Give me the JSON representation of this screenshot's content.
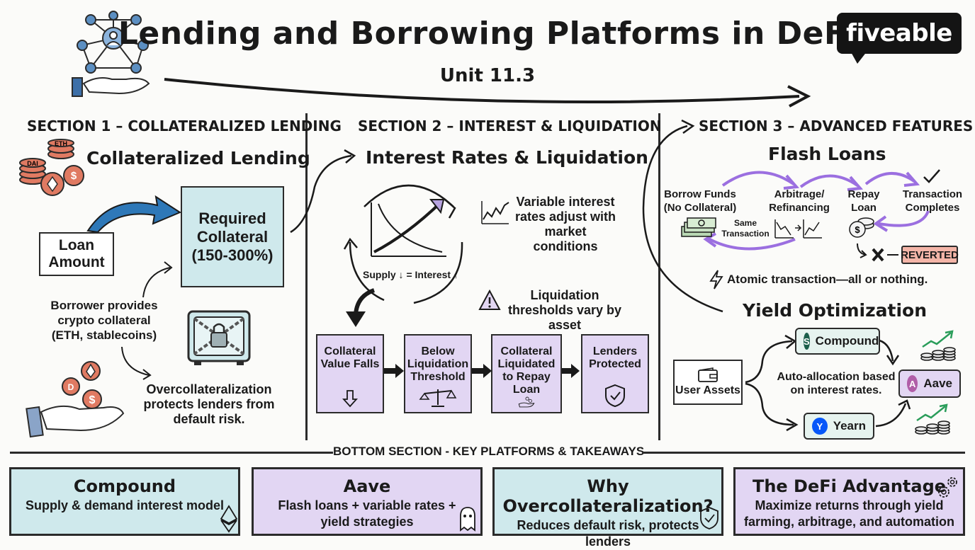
{
  "header": {
    "title": "Lending and Borrowing Platforms in DeFi",
    "unit": "Unit 11.3",
    "logo_text": "fiveable"
  },
  "section1": {
    "heading": "SECTION 1 – COLLATERALIZED LENDING",
    "subheading": "Collateralized Lending",
    "coin_labels": [
      "ETH",
      "DAI"
    ],
    "loan_amount": "Loan Amount",
    "required_collateral": "Required Collateral (150-300%)",
    "borrower_note": "Borrower provides crypto collateral (ETH, stablecoins)",
    "overcollateral_note": "Overcollateralization protects lenders from default risk."
  },
  "section2": {
    "heading": "SECTION 2 – INTEREST & LIQUIDATION",
    "subheading": "Interest Rates & Liquidation",
    "chart_caption": "Supply ↓ = Interest ↑",
    "variable_note": "Variable interest rates adjust with market conditions",
    "threshold_note": "Liquidation thresholds vary by asset",
    "flow": [
      "Collateral Value Falls",
      "Below Liquidation Threshold",
      "Collateral Liquidated to Repay Loan",
      "Lenders Protected"
    ]
  },
  "section3": {
    "heading": "SECTION 3 – ADVANCED FEATURES",
    "flash_title": "Flash Loans",
    "flash_steps": [
      "Borrow Funds (No Collateral)",
      "Arbitrage/ Refinancing",
      "Repay Loan",
      "Transaction Completes"
    ],
    "same_transaction": "Same Transaction",
    "reverted": "REVERTED",
    "atomic_note": "Atomic transaction—all or nothing.",
    "yield_title": "Yield Optimization",
    "user_assets": "User Assets",
    "auto_note": "Auto-allocation based on interest rates.",
    "platforms": [
      "Compound",
      "Aave",
      "Yearn"
    ]
  },
  "bottom": {
    "heading": "BOTTOM SECTION - KEY PLATFORMS & TAKEAWAYS",
    "cards": [
      {
        "title": "Compound",
        "text": "Supply & demand interest model"
      },
      {
        "title": "Aave",
        "text": "Flash loans + variable rates + yield strategies"
      },
      {
        "title": "Why Overcollateralization?",
        "text": "Reduces default risk, protects lenders"
      },
      {
        "title": "The DeFi Advantage",
        "text": "Maximize returns through yield farming, arbitrage, and automation"
      }
    ]
  },
  "colors": {
    "teal": "#cfe9ec",
    "lavender": "#e2d6f3",
    "purple_arrow": "#9b6fe0",
    "blue_arrow": "#2e78b8",
    "coin": "#e07a62",
    "reverted": "#f4b5a8"
  }
}
